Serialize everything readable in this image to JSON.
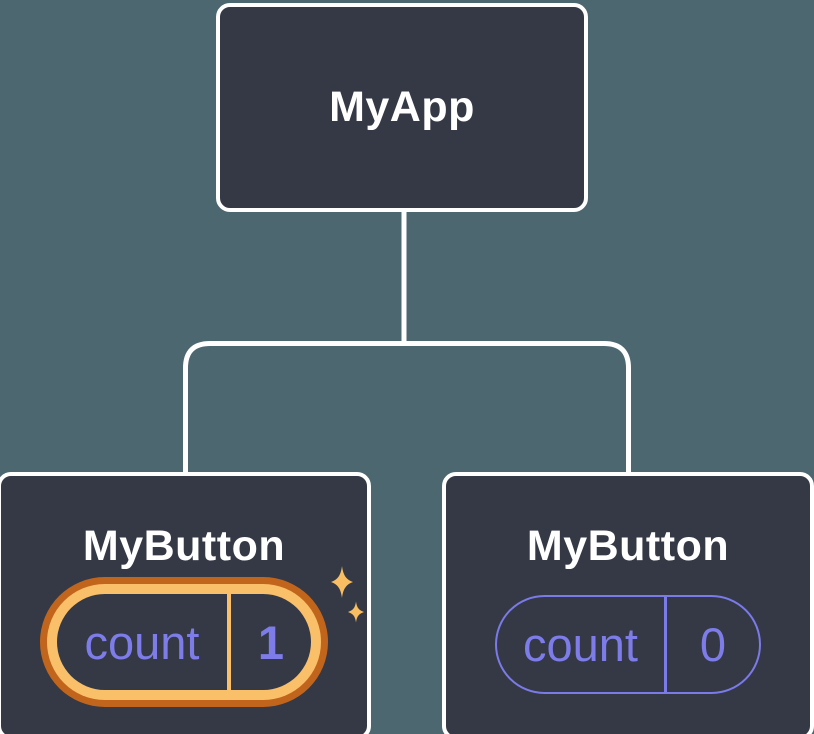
{
  "colors": {
    "background": "#4d6770",
    "node_fill": "#343945",
    "node_border": "#ffffff",
    "connector": "#ffffff",
    "node_text": "#ffffff",
    "state_text": "#7d7ce8",
    "pill_border": "#7b7ae9",
    "highlight_ring_outer": "#c2651c",
    "highlight_ring_inner": "#fabf69",
    "sparkle": "#f9bd62"
  },
  "tree": {
    "root": {
      "label": "MyApp"
    },
    "children": [
      {
        "label": "MyButton",
        "highlighted": true,
        "state": {
          "key": "count",
          "value": "1"
        }
      },
      {
        "label": "MyButton",
        "highlighted": false,
        "state": {
          "key": "count",
          "value": "0"
        }
      }
    ]
  }
}
